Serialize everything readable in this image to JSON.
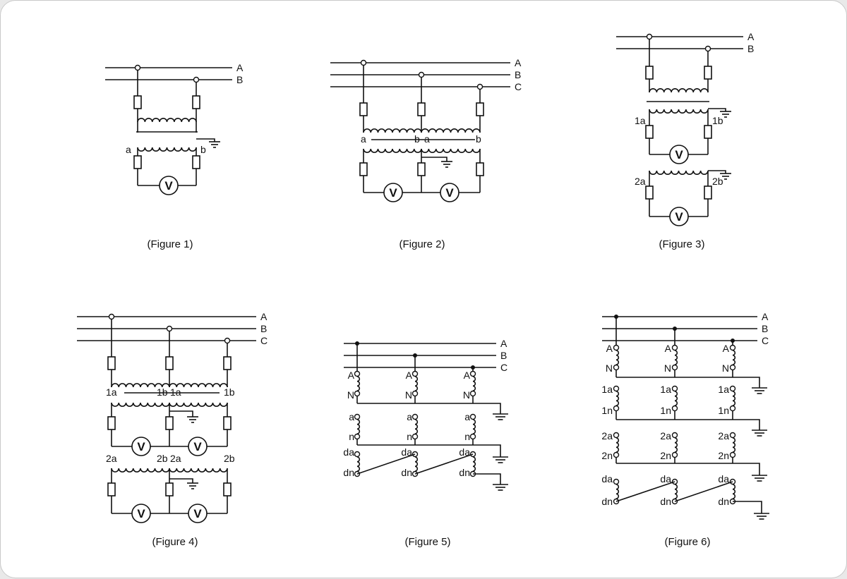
{
  "figures": [
    {
      "caption": "(Figure 1)",
      "buses": [
        "A",
        "B"
      ],
      "terminals": [
        "a",
        "b"
      ],
      "meters": [
        "V"
      ]
    },
    {
      "caption": "(Figure 2)",
      "buses": [
        "A",
        "B",
        "C"
      ],
      "terminals": [
        "a",
        "b",
        "a",
        "b"
      ],
      "meters": [
        "V",
        "V"
      ]
    },
    {
      "caption": "(Figure 3)",
      "buses": [
        "A",
        "B"
      ],
      "terminals": [
        "1a",
        "1b",
        "2a",
        "2b"
      ],
      "meters": [
        "V",
        "V"
      ]
    },
    {
      "caption": "(Figure 4)",
      "buses": [
        "A",
        "B",
        "C"
      ],
      "terminals": [
        "1a",
        "1b",
        "1a",
        "1b",
        "2a",
        "2b",
        "2a",
        "2b"
      ],
      "meters": [
        "V",
        "V",
        "V",
        "V"
      ]
    },
    {
      "caption": "(Figure 5)",
      "buses": [
        "A",
        "B",
        "C"
      ],
      "terminals": [
        "A",
        "N",
        "a",
        "n",
        "da",
        "dn"
      ]
    },
    {
      "caption": "(Figure 6)",
      "buses": [
        "A",
        "B",
        "C"
      ],
      "terminals": [
        "A",
        "N",
        "1a",
        "1n",
        "2a",
        "2n",
        "da",
        "dn"
      ]
    }
  ]
}
